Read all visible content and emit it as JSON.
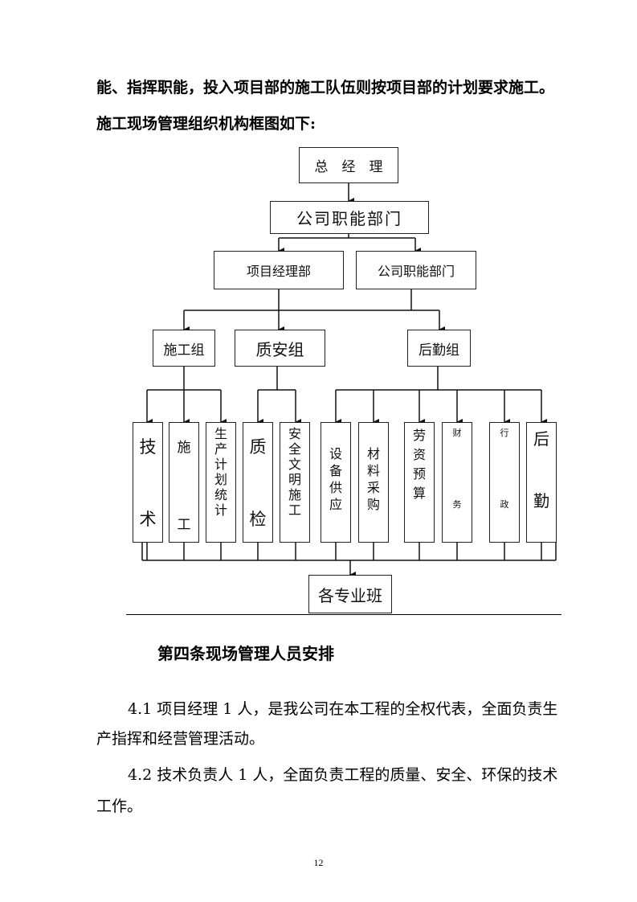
{
  "paragraphs": {
    "intro_line": "能、指挥职能，投入项目部的施工队伍则按项目部的计划要求施工。",
    "chart_caption": "施工现场管理组织机构框图如下:"
  },
  "org_chart": {
    "top": "总　经　理",
    "level2": "公司职能部门",
    "level3_left": "项目经理部",
    "level3_right": "公司职能部门",
    "group_construction": "施工组",
    "group_quality": "质安组",
    "group_logistics": "后勤组",
    "leaf_tech_top": "技",
    "leaf_tech_bottom": "术",
    "leaf_build_top": "施",
    "leaf_build_bottom": "工",
    "leaf_plan": "生\n产\n计\n划\n统\n计",
    "leaf_quality_top": "质",
    "leaf_quality_bottom": "检",
    "leaf_safety": "安\n全\n文\n明\n施\n工",
    "leaf_equip": "设\n备\n供\n应",
    "leaf_material": "材\n料\n采\n购",
    "leaf_labor": "劳\n资\n预\n算",
    "leaf_finance_top": "财",
    "leaf_finance_bottom": "务",
    "leaf_admin_top": "行",
    "leaf_admin_bottom": "政",
    "leaf_logistics_top": "后",
    "leaf_logistics_bottom": "勤",
    "bottom": "各专业班"
  },
  "section": {
    "heading": "第四条现场管理人员安排",
    "item1_line1": "4.1 项目经理 1 人，是我公司在本工程的全权代表，全面负责生",
    "item1_line2": "产指挥和经营管理活动。",
    "item2_line1": "4.2 技术负责人 1 人，全面负责工程的质量、安全、环保的技术",
    "item2_line2": "工作。"
  },
  "page_number": "12"
}
